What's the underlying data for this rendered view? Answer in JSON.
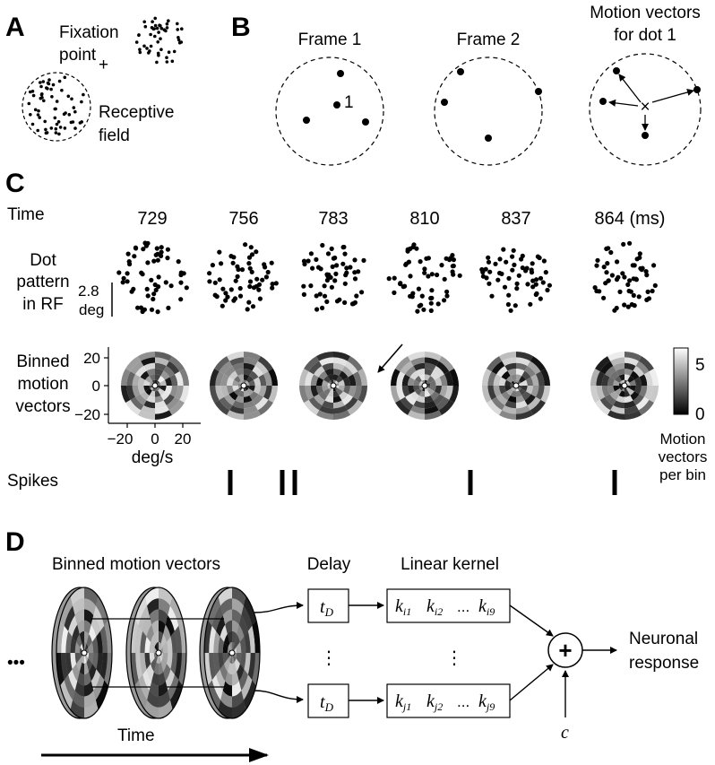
{
  "panel_a": {
    "letter": "A",
    "fixation_line1": "Fixation",
    "fixation_line2": "point",
    "fixation_mark": "+",
    "rf_line1": "Receptive",
    "rf_line2": "field"
  },
  "panel_b": {
    "letter": "B",
    "frame1_title": "Frame 1",
    "frame1_dot_label": "1",
    "frame2_title": "Frame 2",
    "vectors_title_line1": "Motion vectors",
    "vectors_title_line2": "for dot 1",
    "origin_mark": "×"
  },
  "panel_c": {
    "letter": "C",
    "time_label": "Time",
    "times": [
      "729",
      "756",
      "783",
      "810",
      "837",
      "864 (ms)"
    ],
    "dot_label_lines": [
      "Dot",
      "pattern",
      "in RF"
    ],
    "scale_value": "2.8",
    "scale_unit": "deg",
    "binned_label_lines": [
      "Binned",
      "motion",
      "vectors"
    ],
    "y_ticks": [
      "20",
      "0",
      "−20"
    ],
    "x_ticks": [
      "−20",
      "0",
      "20"
    ],
    "x_axis_label": "deg/s",
    "colorbar_ticks": [
      "5",
      "0"
    ],
    "colorbar_label_lines": [
      "Motion",
      "vectors",
      "per bin"
    ],
    "spikes_label": "Spikes",
    "spike_counts": [
      0,
      1,
      2,
      0,
      1,
      0,
      1
    ]
  },
  "panel_d": {
    "letter": "D",
    "binned_title": "Binned motion vectors",
    "delay_title": "Delay",
    "kernel_title": "Linear kernel",
    "delay_symbol": "t",
    "delay_subscript": "D",
    "kernel_top": {
      "k": "k",
      "subs": [
        "i1",
        "i2",
        "i9"
      ],
      "ellipsis": "..."
    },
    "kernel_bottom": {
      "k": "k",
      "subs": [
        "j1",
        "j2",
        "j9"
      ],
      "ellipsis": "..."
    },
    "leading_ellipsis": "•••",
    "vertical_ellipsis": "⋮",
    "sum_symbol": "+",
    "constant": "c",
    "output_line1": "Neuronal",
    "output_line2": "response",
    "time_arrow_label": "Time"
  }
}
